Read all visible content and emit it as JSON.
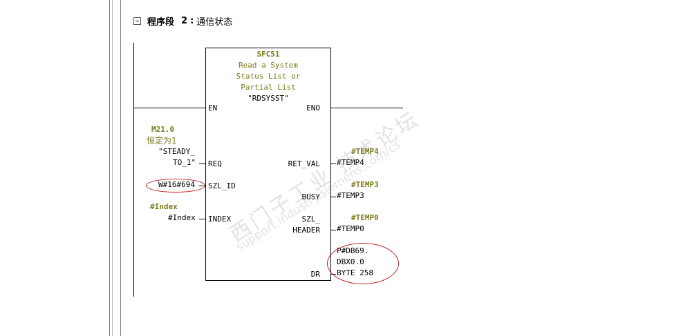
{
  "network": {
    "label": "程序段",
    "number": "2",
    "separator": ":",
    "title": "通信状态"
  },
  "block": {
    "name": "SFC51",
    "desc1": "Read a System",
    "desc2": "Status List or",
    "desc3": "Partial List",
    "symbol": "\"RDSYSST\""
  },
  "pins": {
    "en": "EN",
    "eno": "ENO",
    "req": "REQ",
    "szl_id": "SZL_ID",
    "index": "INDEX",
    "ret_val": "RET_VAL",
    "busy": "BUSY",
    "szl_header1": "SZL_",
    "szl_header2": "HEADER",
    "dr": "DR"
  },
  "inputs": {
    "req_addr": "M21.0",
    "req_comment": "恒定为1",
    "req_sym1": "\"STEADY_",
    "req_sym2": "TO_1\"",
    "szl_id_val": "W#16#694",
    "index_label": "#Index",
    "index_val": "#Index"
  },
  "outputs": {
    "ret_label": "#TEMP4",
    "ret_val": "#TEMP4",
    "busy_label": "#TEMP3",
    "busy_val": "#TEMP3",
    "header_label": "#TEMP0",
    "header_val": "#TEMP0",
    "dr_line1": "P#DB69.",
    "dr_line2": "DBX0.0",
    "dr_line3": "BYTE 258"
  },
  "watermark": {
    "text1": "西门子工业 技术论坛",
    "text2": "support.industry.siemens.com/cs"
  },
  "colors": {
    "highlight_ring": "#c02020",
    "symbol_text": "#7a7a1a"
  }
}
